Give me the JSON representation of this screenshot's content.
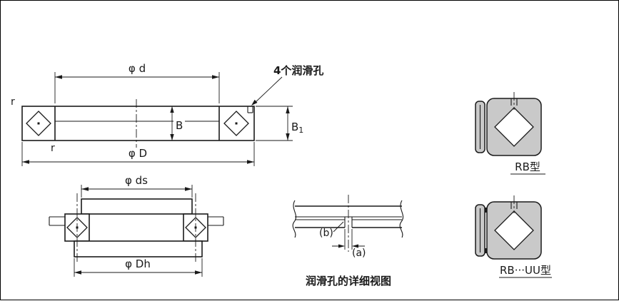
{
  "main_view": {
    "dim_inner_diameter": "φ d",
    "dim_outer_diameter": "φ D",
    "dim_width": "B",
    "dim_width1": {
      "base": "B",
      "sub": "1"
    },
    "fillet_radius_top": "r",
    "fillet_radius_bottom": "r",
    "lube_holes_label": "4个润滑孔"
  },
  "mounted_view": {
    "dim_shaft_seat_diameter": "φ ds",
    "dim_housing_bore_diameter": "φ Dh"
  },
  "detail_view": {
    "hole_diameter_label": "(a)",
    "counterbore_label": "(b)",
    "caption": "润滑孔的详细视图"
  },
  "type_figures": {
    "rb_caption": "RB型",
    "rb_uu_caption": "RB···UU型"
  },
  "colors": {
    "line": "#1a1a1a",
    "section_fill": "#c9c9c9",
    "background": "#ffffff"
  }
}
